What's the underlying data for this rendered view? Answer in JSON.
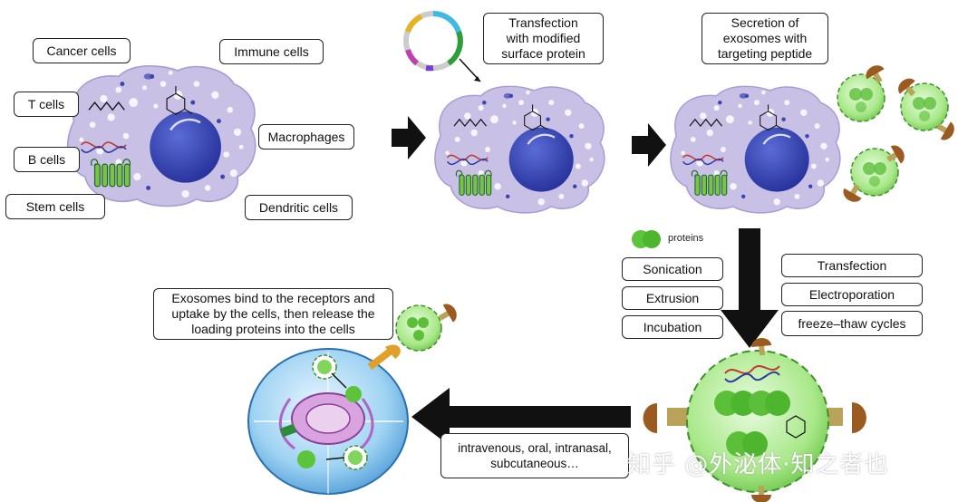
{
  "cell_types": {
    "cancer": "Cancer cells",
    "immune": "Immune cells",
    "t_cells": "T cells",
    "b_cells": "B cells",
    "stem": "Stem cells",
    "macrophages": "Macrophages",
    "dendritic": "Dendritic cells"
  },
  "steps": {
    "transfection": "Transfection\nwith modified\nsurface protein",
    "secretion": "Secretion of\nexosomes with\ntargeting peptide",
    "uptake": "Exosomes bind to the receptors and\nuptake by the cells, then release the\nloading proteins into the cells",
    "routes": "intravenous, oral, intranasal,\nsubcutaneous…"
  },
  "loading": {
    "proteins_label": "proteins",
    "methods_left": [
      "Sonication",
      "Extrusion",
      "Incubation"
    ],
    "methods_right": [
      "Transfection",
      "Electroporation",
      "freeze–thaw cycles"
    ]
  },
  "watermark": "知乎 @外泌体·知之者也",
  "colors": {
    "cell_body": "#c9c0e6",
    "nucleus": "#3c4aa8",
    "exosome": "#9fe07d",
    "arrow": "#111111"
  }
}
